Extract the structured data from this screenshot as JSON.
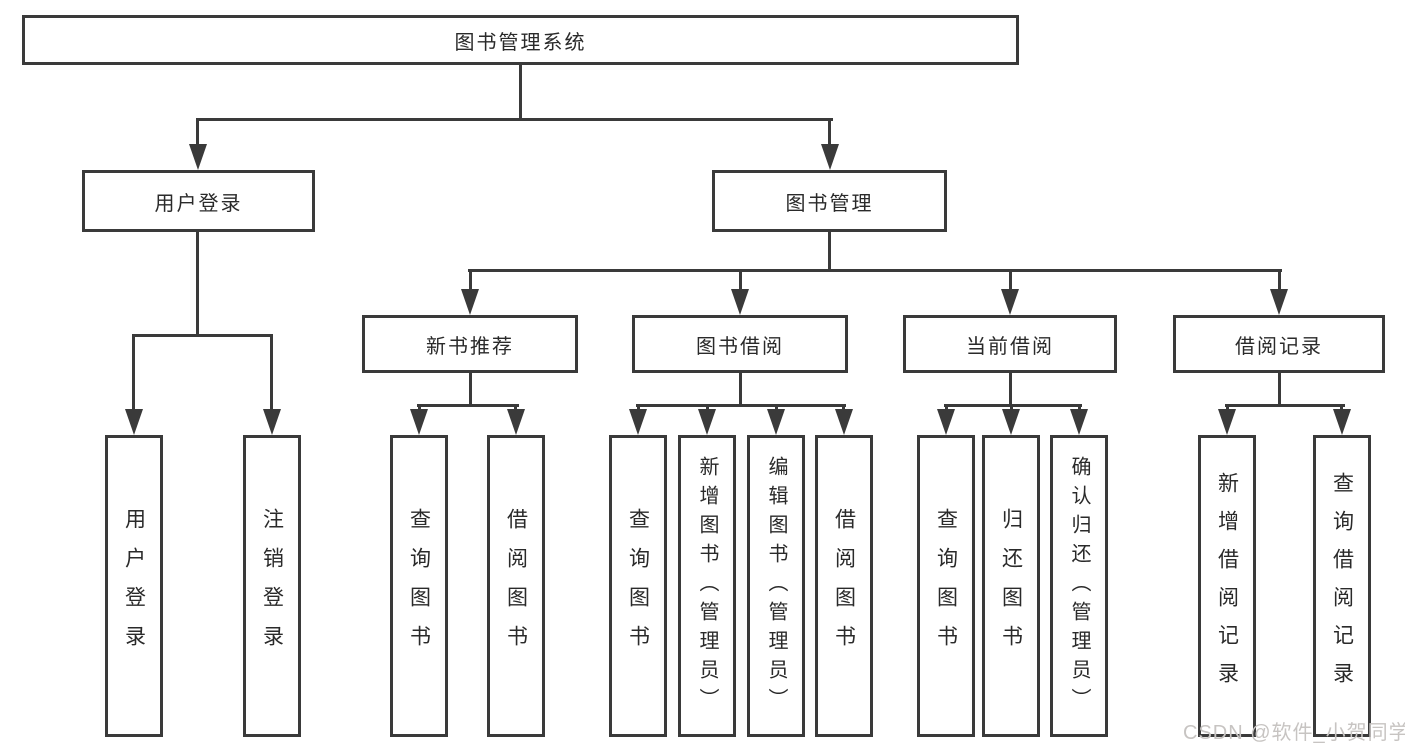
{
  "diagram": {
    "type": "hierarchy-tree",
    "root": {
      "label": "图书管理系统"
    },
    "level2": [
      {
        "id": "user-login",
        "label": "用户登录"
      },
      {
        "id": "book-management",
        "label": "图书管理"
      }
    ],
    "level3": [
      {
        "id": "new-book-recommend",
        "label": "新书推荐",
        "parent": "book-management"
      },
      {
        "id": "book-borrow",
        "label": "图书借阅",
        "parent": "book-management"
      },
      {
        "id": "current-borrow",
        "label": "当前借阅",
        "parent": "book-management"
      },
      {
        "id": "borrow-records",
        "label": "借阅记录",
        "parent": "book-management"
      }
    ],
    "leaves": {
      "user_login": [
        "用户登录",
        "注销登录"
      ],
      "new_book": [
        "查询图书",
        "借阅图书"
      ],
      "book_borrow": [
        "查询图书",
        "新增图书（管理员）",
        "编辑图书（管理员）",
        "借阅图书"
      ],
      "current_borrow": [
        "查询图书",
        "归还图书",
        "确认归还（管理员）"
      ],
      "borrow_records": [
        "新增借阅记录",
        "查询借阅记录"
      ]
    }
  },
  "watermark": "CSDN @软件_小贺同学",
  "colors": {
    "line": "#3a3a3a",
    "text": "#2a2a2a",
    "watermark": "#c7c4c2",
    "background": "#ffffff"
  }
}
